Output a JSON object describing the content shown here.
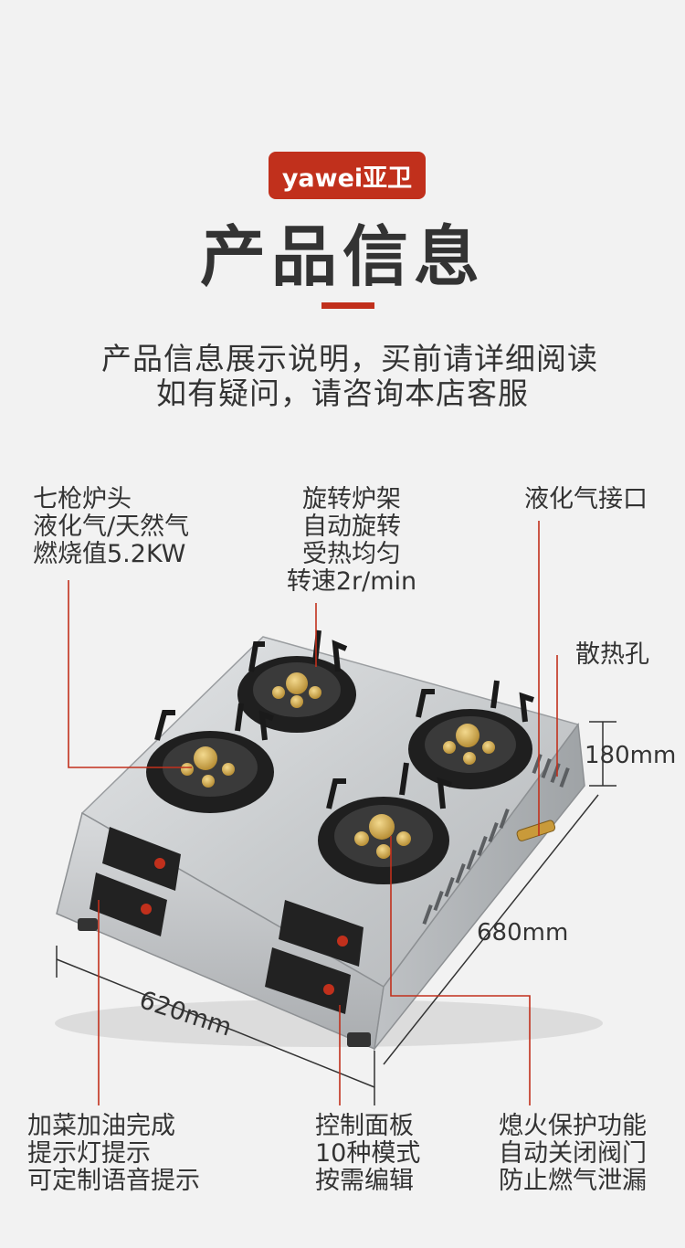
{
  "header": {
    "brand": "yawei亚卫",
    "title": "产品信息",
    "intro_line1": "产品信息展示说明，买前请详细阅读",
    "intro_line2": "如有疑问，请咨询本店客服"
  },
  "callouts": {
    "burner": [
      "七枪炉头",
      "液化气/天然气",
      "燃烧值5.2KW"
    ],
    "rotating_rack": [
      "旋转炉架",
      "自动旋转",
      "受热均匀",
      "转速2r/min"
    ],
    "gas_inlet": [
      "液化气接口"
    ],
    "vent": [
      "散热孔"
    ],
    "prompt_light": [
      "加菜加油完成",
      "提示灯提示",
      "可定制语音提示"
    ],
    "control_panel": [
      "控制面板",
      "10种模式",
      "按需编辑"
    ],
    "flameout": [
      "熄火保护功能",
      "自动关闭阀门",
      "防止燃气泄漏"
    ]
  },
  "dimensions": {
    "height": "180mm",
    "depth": "680mm",
    "width": "620mm"
  },
  "colors": {
    "accent": "#c1301c",
    "background": "#f2f2f2",
    "text": "#333333",
    "steel": "#c9ccce"
  }
}
